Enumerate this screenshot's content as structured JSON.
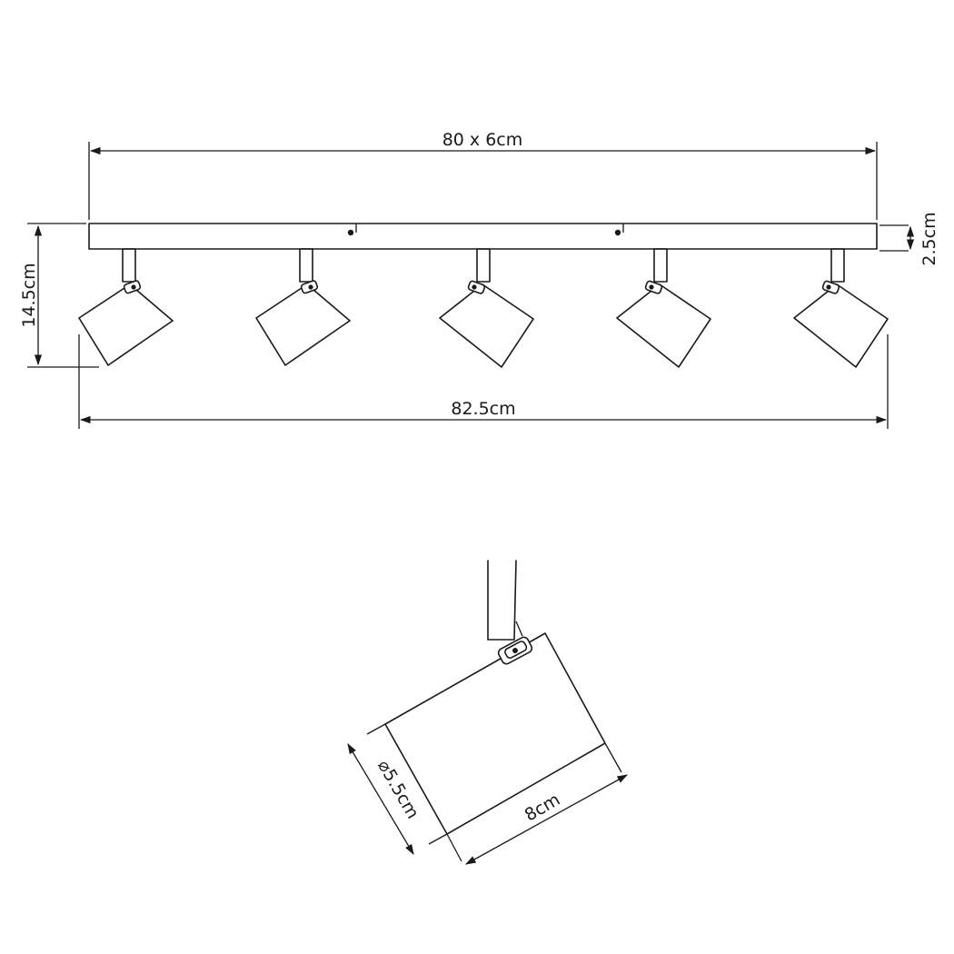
{
  "top_view": {
    "overall_width_label": "80 x 6cm",
    "height_label": "14.5cm",
    "plate_depth_label": "2.5cm",
    "total_width_label": "82.5cm",
    "spotlight_count": 5
  },
  "detail_view": {
    "diameter_label": "⌀5.5cm",
    "length_label": "8cm"
  }
}
